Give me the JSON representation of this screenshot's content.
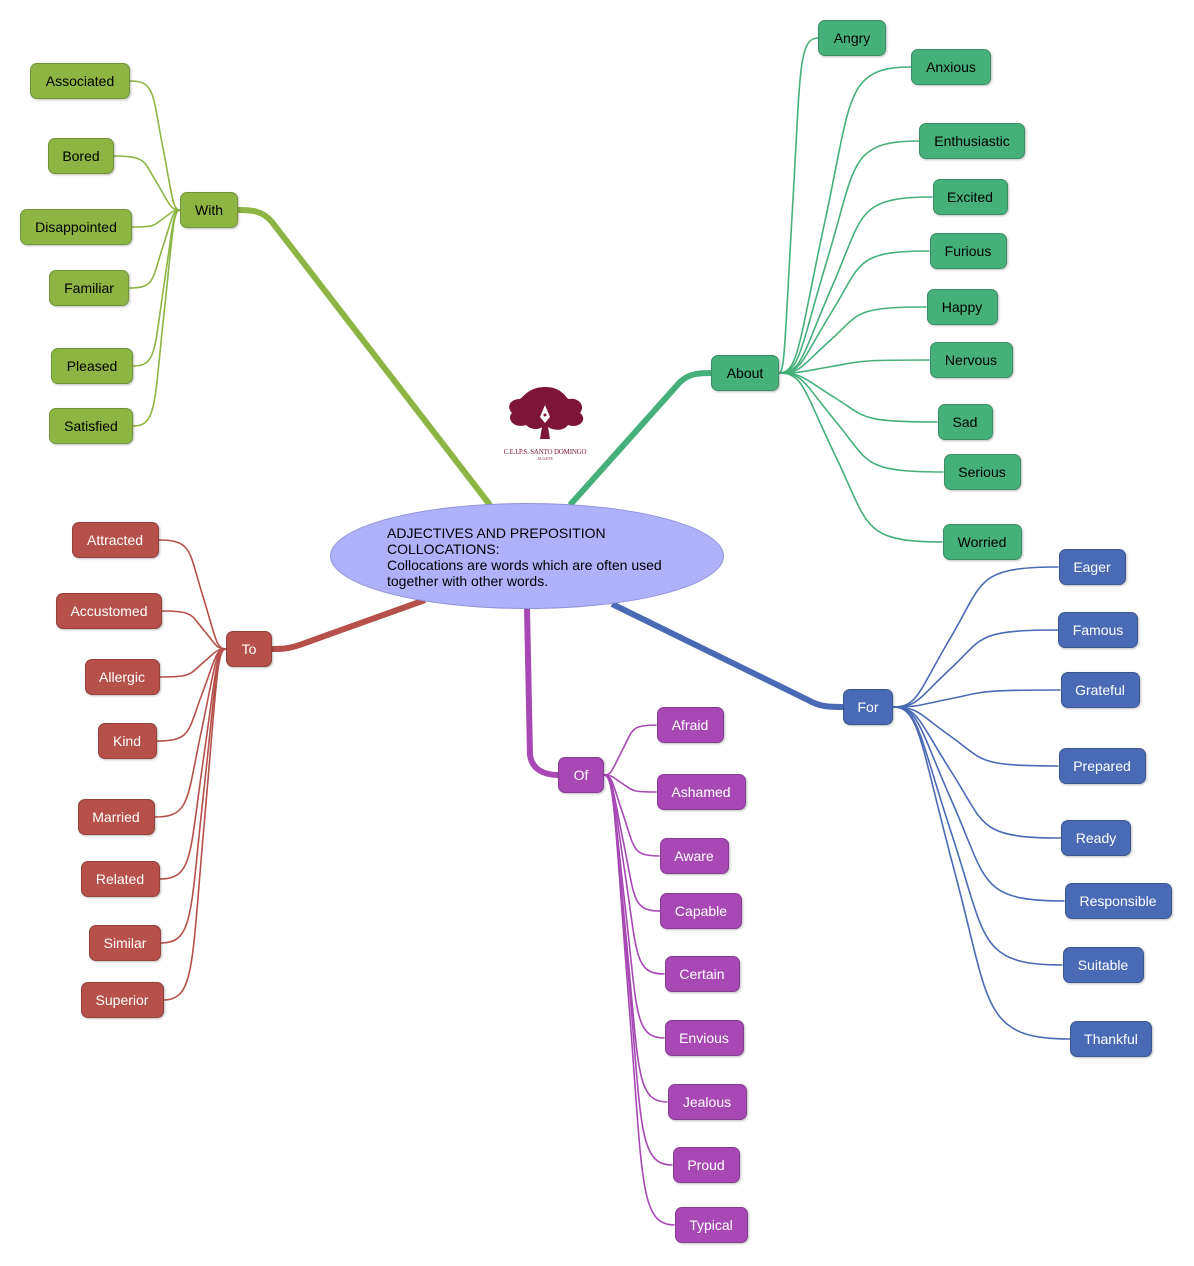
{
  "center": {
    "title": "ADJECTIVES AND PREPOSITION COLLOCATIONS:",
    "text": "Collocations are words which are often used together with other words."
  },
  "logo": {
    "name": "C.E.I.P.S. SANTO DOMINGO",
    "town": "ALGETE"
  },
  "colors": {
    "with": "#8db543",
    "about": "#45b07a",
    "to": "#b5504a",
    "of": "#a748b5",
    "for": "#4a6ab5",
    "center": "#b0b1fb"
  },
  "branches": [
    {
      "id": "with",
      "label": "With",
      "children": [
        "Associated",
        "Bored",
        "Disappointed",
        "Familiar",
        "Pleased",
        "Satisfied"
      ]
    },
    {
      "id": "about",
      "label": "About",
      "children": [
        "Angry",
        "Anxious",
        "Enthusiastic",
        "Excited",
        "Furious",
        "Happy",
        "Nervous",
        "Sad",
        "Serious",
        "Worried"
      ]
    },
    {
      "id": "to",
      "label": "To",
      "children": [
        "Attracted",
        "Accustomed",
        "Allergic",
        "Kind",
        "Married",
        "Related",
        "Similar",
        "Superior"
      ]
    },
    {
      "id": "of",
      "label": "Of",
      "children": [
        "Afraid",
        "Ashamed",
        "Aware",
        "Capable",
        "Certain",
        "Envious",
        "Jealous",
        "Proud",
        "Typical"
      ]
    },
    {
      "id": "for",
      "label": "For",
      "children": [
        "Eager",
        "Famous",
        "Grateful",
        "Prepared",
        "Ready",
        "Responsible",
        "Suitable",
        "Thankful"
      ]
    }
  ]
}
